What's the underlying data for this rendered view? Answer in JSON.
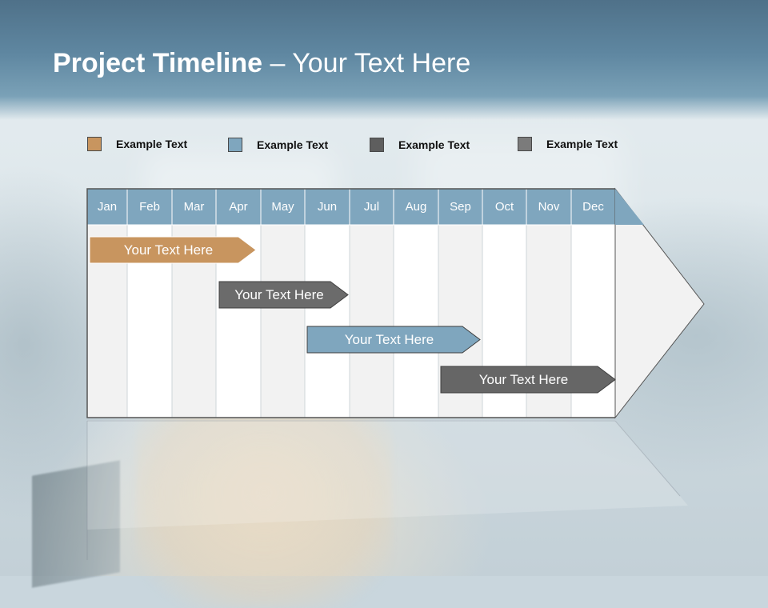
{
  "title": {
    "bold": "Project Timeline",
    "rest": " – Your Text Here"
  },
  "legend": [
    {
      "label": "Example Text",
      "color": "#c8955f"
    },
    {
      "label": "Example Text",
      "color": "#7fa6be"
    },
    {
      "label": "Example Text",
      "color": "#5e5e5e"
    },
    {
      "label": "Example Text",
      "color": "#7b7b7b"
    }
  ],
  "months": [
    "Jan",
    "Feb",
    "Mar",
    "Apr",
    "May",
    "Jun",
    "Jul",
    "Aug",
    "Sep",
    "Oct",
    "Nov",
    "Dec"
  ],
  "tasks": [
    {
      "label": "Your  Text Here",
      "color": "#c8955f"
    },
    {
      "label": "Your  Text Here",
      "color": "#6b6b6b"
    },
    {
      "label": "Your  Text Here",
      "color": "#7fa6be"
    },
    {
      "label": "Your  Text Here",
      "color": "#666666"
    }
  ],
  "colors": {
    "month_header": "#7fa6be",
    "column_light": "#f2f2f2",
    "column_white": "#ffffff",
    "title_band": "#5f87a1"
  }
}
